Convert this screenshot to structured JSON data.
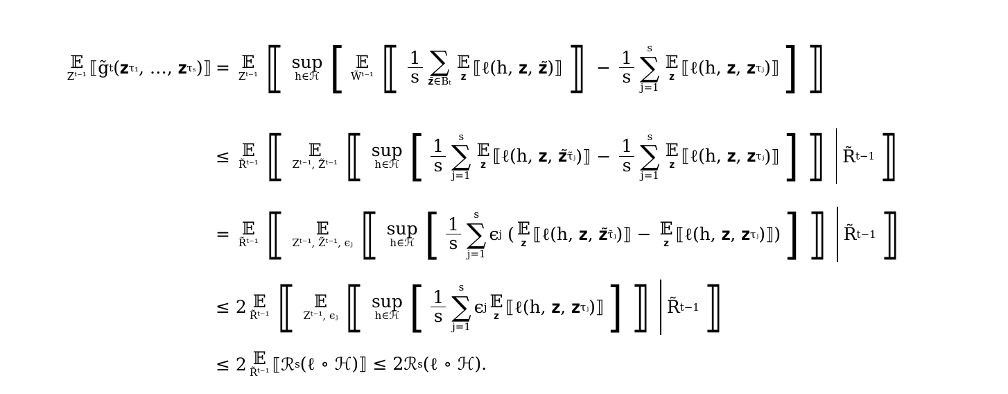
{
  "rows": [
    {
      "lhs": [
        {
          "k": "op",
          "v": "𝔼",
          "under": "Zᵗ⁻¹"
        },
        {
          "k": "t",
          "v": "⟦g̃",
          "sub": "t"
        },
        {
          "k": "t",
          "v": "(𝐳",
          "sub": "τ₁"
        },
        {
          "k": "t",
          "v": ", …, 𝐳",
          "sub": "τₛ"
        },
        {
          "k": "t",
          "v": ")⟧"
        }
      ],
      "rhs": [
        {
          "k": "t",
          "v": "= "
        },
        {
          "k": "op",
          "v": "𝔼",
          "under": "Zᵗ⁻¹"
        },
        {
          "k": "big",
          "v": "⟦"
        },
        {
          "k": "op",
          "v": "sup",
          "under": "h∈ℋ"
        },
        {
          "k": "big",
          "v": "["
        },
        {
          "k": "op",
          "v": "𝔼",
          "under": "W̃ᵗ⁻¹"
        },
        {
          "k": "big",
          "v": "⟦"
        },
        {
          "k": "frac",
          "num": "1",
          "den": "s"
        },
        {
          "k": "op",
          "v": "∑",
          "under": "𝐳̃∈B̃ₜ",
          "big": true
        },
        {
          "k": "op",
          "v": "𝔼",
          "under": "𝐳"
        },
        {
          "k": "t",
          "v": "⟦ℓ(h, 𝐳, 𝐳̃)⟧"
        },
        {
          "k": "big",
          "v": "⟧"
        },
        {
          "k": "t",
          "v": " − "
        },
        {
          "k": "frac",
          "num": "1",
          "den": "s"
        },
        {
          "k": "op",
          "v": "∑",
          "under": "j=1",
          "over": "s",
          "big": true
        },
        {
          "k": "op",
          "v": "𝔼",
          "under": "𝐳"
        },
        {
          "k": "t",
          "v": "⟦ℓ(h, 𝐳, 𝐳",
          "sub": "τⱼ"
        },
        {
          "k": "t",
          "v": ")⟧"
        },
        {
          "k": "big",
          "v": "]"
        },
        {
          "k": "big",
          "v": "⟧"
        }
      ]
    },
    {
      "lhs": [],
      "rhs": [
        {
          "k": "t",
          "v": "≤ "
        },
        {
          "k": "op",
          "v": "𝔼",
          "under": "R̃ᵗ⁻¹"
        },
        {
          "k": "big",
          "v": "⟦"
        },
        {
          "k": "op",
          "v": "𝔼",
          "under": "Zᵗ⁻¹, Z̃ᵗ⁻¹"
        },
        {
          "k": "big",
          "v": "⟦"
        },
        {
          "k": "op",
          "v": "sup",
          "under": "h∈ℋ"
        },
        {
          "k": "big",
          "v": "["
        },
        {
          "k": "frac",
          "num": "1",
          "den": "s"
        },
        {
          "k": "op",
          "v": "∑",
          "under": "j=1",
          "over": "s",
          "big": true
        },
        {
          "k": "op",
          "v": "𝔼",
          "under": "𝐳"
        },
        {
          "k": "t",
          "v": "⟦ℓ(h, 𝐳, 𝐳̃",
          "sub": "τ̃ⱼ"
        },
        {
          "k": "t",
          "v": ")⟧ − "
        },
        {
          "k": "frac",
          "num": "1",
          "den": "s"
        },
        {
          "k": "op",
          "v": "∑",
          "under": "j=1",
          "over": "s",
          "big": true
        },
        {
          "k": "op",
          "v": "𝔼",
          "under": "𝐳"
        },
        {
          "k": "t",
          "v": "⟦ℓ(h, 𝐳, 𝐳",
          "sub": "τⱼ"
        },
        {
          "k": "t",
          "v": ")⟧"
        },
        {
          "k": "big",
          "v": "]"
        },
        {
          "k": "big",
          "v": "⟧"
        },
        {
          "k": "bar"
        },
        {
          "k": "t",
          "v": "R̃",
          "sup": "t−1"
        },
        {
          "k": "big",
          "v": "⟧"
        }
      ]
    },
    {
      "lhs": [],
      "rhs": [
        {
          "k": "t",
          "v": "= "
        },
        {
          "k": "op",
          "v": "𝔼",
          "under": "R̃ᵗ⁻¹"
        },
        {
          "k": "big",
          "v": "⟦"
        },
        {
          "k": "op",
          "v": "𝔼",
          "under": "Zᵗ⁻¹, Z̃ᵗ⁻¹, ϵⱼ"
        },
        {
          "k": "big",
          "v": "⟦"
        },
        {
          "k": "op",
          "v": "sup",
          "under": "h∈ℋ"
        },
        {
          "k": "big",
          "v": "["
        },
        {
          "k": "frac",
          "num": "1",
          "den": "s"
        },
        {
          "k": "op",
          "v": "∑",
          "under": "j=1",
          "over": "s",
          "big": true
        },
        {
          "k": "t",
          "v": "ϵ",
          "sub": "j"
        },
        {
          "k": "t",
          "v": " ("
        },
        {
          "k": "op",
          "v": "𝔼",
          "under": "𝐳"
        },
        {
          "k": "t",
          "v": "⟦ℓ(h, 𝐳, 𝐳̃",
          "sub": "τ̃ⱼ"
        },
        {
          "k": "t",
          "v": ")⟧ − "
        },
        {
          "k": "op",
          "v": "𝔼",
          "under": "𝐳"
        },
        {
          "k": "t",
          "v": "⟦ℓ(h, 𝐳, 𝐳",
          "sub": "τⱼ"
        },
        {
          "k": "t",
          "v": ")⟧)"
        },
        {
          "k": "big",
          "v": "]"
        },
        {
          "k": "big",
          "v": "⟧"
        },
        {
          "k": "bar"
        },
        {
          "k": "t",
          "v": "R̃",
          "sup": "t−1"
        },
        {
          "k": "big",
          "v": "⟧"
        }
      ]
    },
    {
      "lhs": [],
      "rhs": [
        {
          "k": "t",
          "v": "≤ 2"
        },
        {
          "k": "op",
          "v": "𝔼",
          "under": "R̃ᵗ⁻¹"
        },
        {
          "k": "big",
          "v": "⟦"
        },
        {
          "k": "op",
          "v": "𝔼",
          "under": "Zᵗ⁻¹, ϵⱼ"
        },
        {
          "k": "big",
          "v": "⟦"
        },
        {
          "k": "op",
          "v": "sup",
          "under": "h∈ℋ"
        },
        {
          "k": "big",
          "v": "["
        },
        {
          "k": "frac",
          "num": "1",
          "den": "s"
        },
        {
          "k": "op",
          "v": "∑",
          "under": "j=1",
          "over": "s",
          "big": true
        },
        {
          "k": "t",
          "v": "ϵ",
          "sub": "j"
        },
        {
          "k": "op",
          "v": "𝔼",
          "under": "𝐳"
        },
        {
          "k": "t",
          "v": "⟦ℓ(h, 𝐳, 𝐳",
          "sub": "τⱼ"
        },
        {
          "k": "t",
          "v": ")⟧"
        },
        {
          "k": "big",
          "v": "]"
        },
        {
          "k": "big",
          "v": "⟧"
        },
        {
          "k": "bar"
        },
        {
          "k": "t",
          "v": "R̃",
          "sup": "t−1"
        },
        {
          "k": "big",
          "v": "⟧"
        }
      ]
    },
    {
      "lhs": [],
      "rhs": [
        {
          "k": "t",
          "v": "≤ 2"
        },
        {
          "k": "op",
          "v": "𝔼",
          "under": "R̃ᵗ⁻¹"
        },
        {
          "k": "t",
          "v": "⟦ℛ",
          "sub": "s"
        },
        {
          "k": "t",
          "v": "(ℓ ∘ ℋ)⟧ ≤ 2ℛ",
          "sub": "s"
        },
        {
          "k": "t",
          "v": "(ℓ ∘ ℋ)."
        }
      ]
    }
  ]
}
